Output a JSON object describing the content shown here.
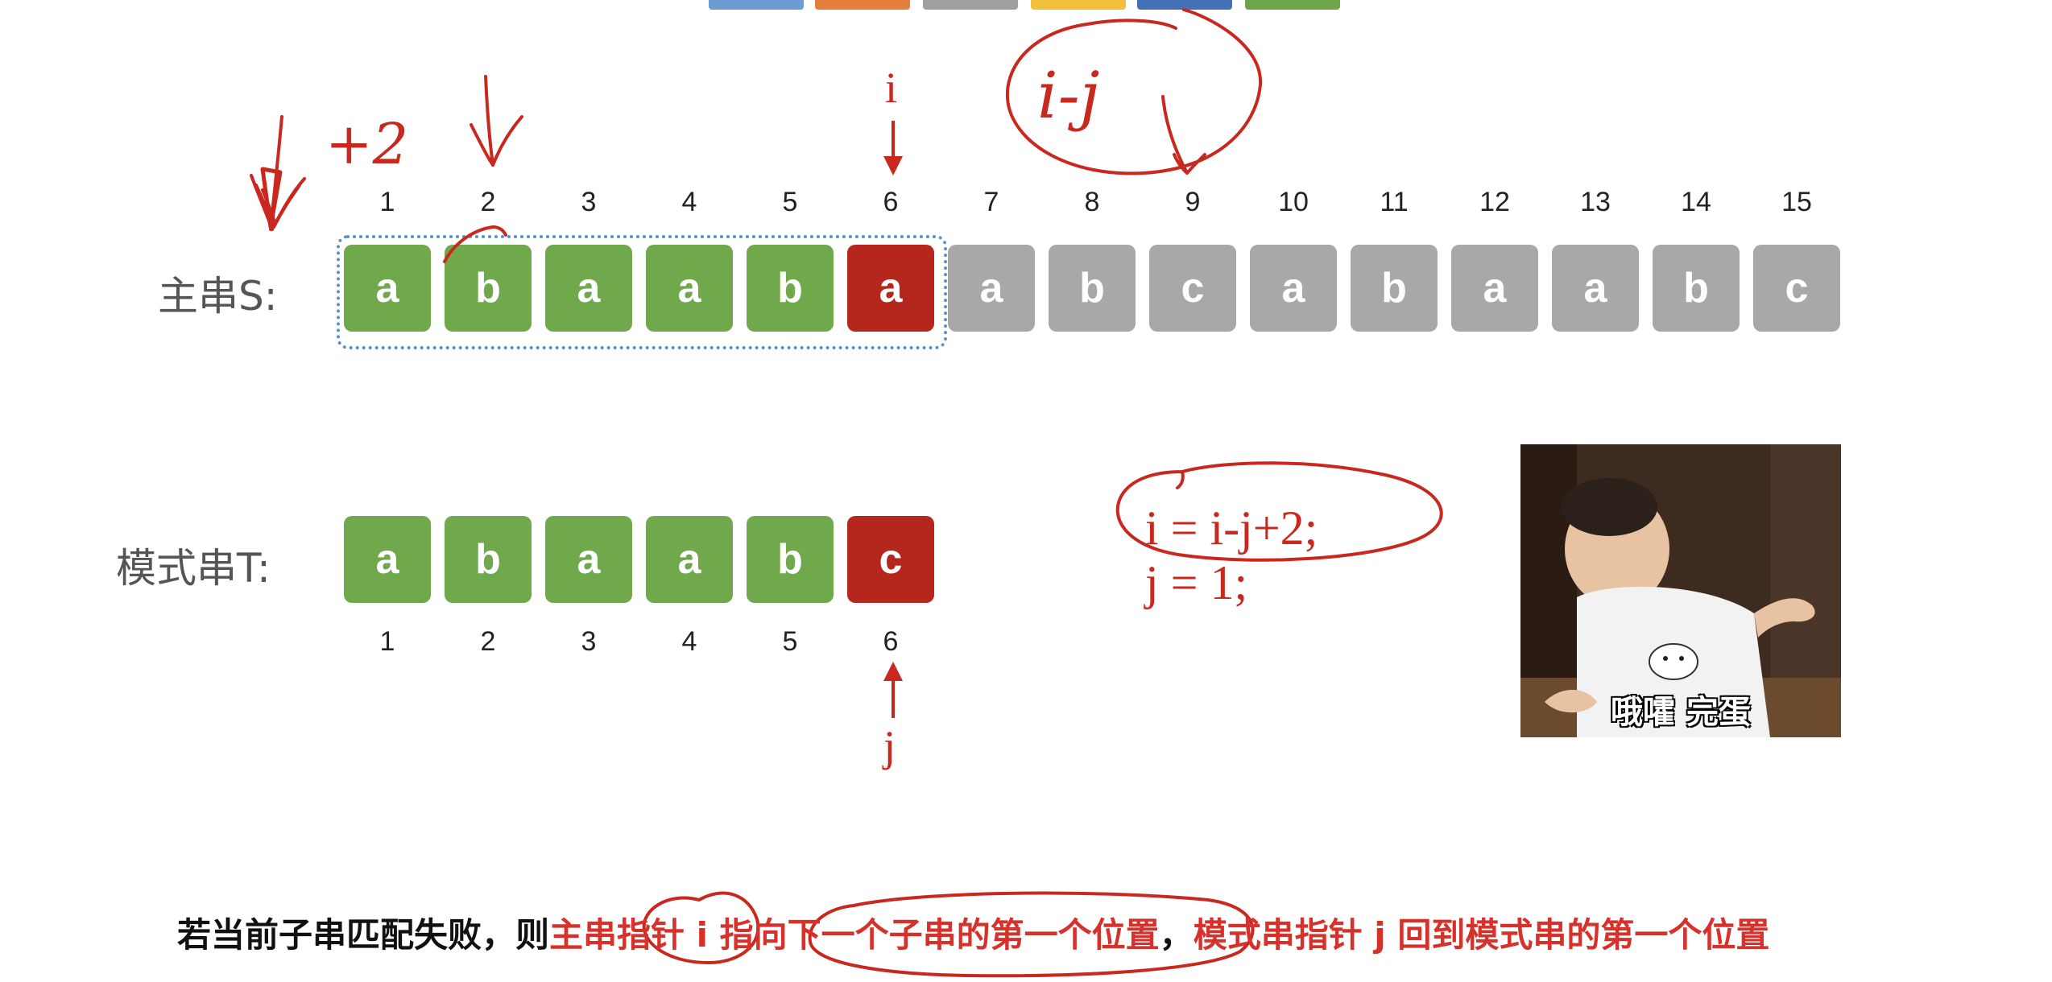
{
  "colors": {
    "matched": "#70a84c",
    "mismatch": "#b5271c",
    "pending": "#a8a8a8",
    "annotation": "#c8281e",
    "caption_red": "#d6312a",
    "top_bar": [
      "#6e9bd1",
      "#e57f3c",
      "#9f9f9f",
      "#f2c03b",
      "#4470b8",
      "#6ea54a"
    ]
  },
  "main_string": {
    "label": "主串S:",
    "positions": [
      "1",
      "2",
      "3",
      "4",
      "5",
      "6",
      "7",
      "8",
      "9",
      "10",
      "11",
      "12",
      "13",
      "14",
      "15"
    ],
    "chars": [
      "a",
      "b",
      "a",
      "a",
      "b",
      "a",
      "a",
      "b",
      "c",
      "a",
      "b",
      "a",
      "a",
      "b",
      "c"
    ],
    "states": [
      "matched",
      "matched",
      "matched",
      "matched",
      "matched",
      "mismatch",
      "pending",
      "pending",
      "pending",
      "pending",
      "pending",
      "pending",
      "pending",
      "pending",
      "pending"
    ]
  },
  "pattern_string": {
    "label": "模式串T:",
    "positions": [
      "1",
      "2",
      "3",
      "4",
      "5",
      "6"
    ],
    "chars": [
      "a",
      "b",
      "a",
      "a",
      "b",
      "c"
    ],
    "states": [
      "matched",
      "matched",
      "matched",
      "matched",
      "matched",
      "mismatch"
    ]
  },
  "pointers": {
    "i": "i",
    "j": "j"
  },
  "formula": {
    "line1": "i = i-j+2;",
    "line2": "j = 1;"
  },
  "handwriting": {
    "plus_two": "+2",
    "i_minus_j": "i-j"
  },
  "meme_caption": "哦嚯 完蛋",
  "caption": {
    "part1": "若当前子串匹配失败，则",
    "part2": "主串指针 i 指向下一个子串的第一个位置",
    "part3": "，",
    "part4": "模式串指针 j 回到模式串的第一个位置"
  }
}
